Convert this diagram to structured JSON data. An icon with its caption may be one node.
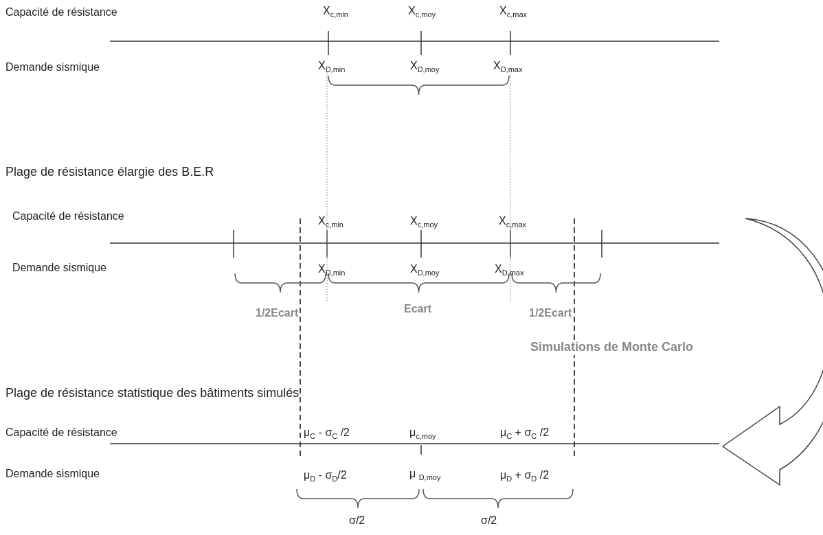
{
  "diagram": {
    "labels": [
      "Capacité de résistance",
      "X$_{c,min}$",
      "X$_{c,moy}$",
      "X$_{c,max}$",
      "Demande sismique",
      "X$_{D,min}$",
      "X$_{D,moy}$",
      "X$_{D,max}$",
      "Plage de résistance élargie des B.E.R",
      "Capacité de résistance",
      "X$_{c,min}$",
      "X$_{c,moy}$",
      "X$_{c,max}$",
      "Demande sismique",
      "X$_{D,min}$",
      "X$_{D,moy}$",
      "X$_{D,max}$",
      "1/2Ecart",
      "Ecart",
      "1/2Ecart",
      "Simulations de Monte Carlo",
      "Plage de résistance statistique des bâtiments simulés",
      "Capacité de résistance",
      "μ$_{C}$ - σ$_{C}$ /2",
      "μ$_{c,moy}$",
      "μ$_{C}$ + σ$_{C}$ /2",
      "Demande sismique",
      "μ$_{D}$ - σ$_{D}$/2",
      "μ $_{D,moy}$",
      "μ$_{D}$ + σ$_{D}$ /2",
      "σ/2",
      "σ/2"
    ]
  }
}
